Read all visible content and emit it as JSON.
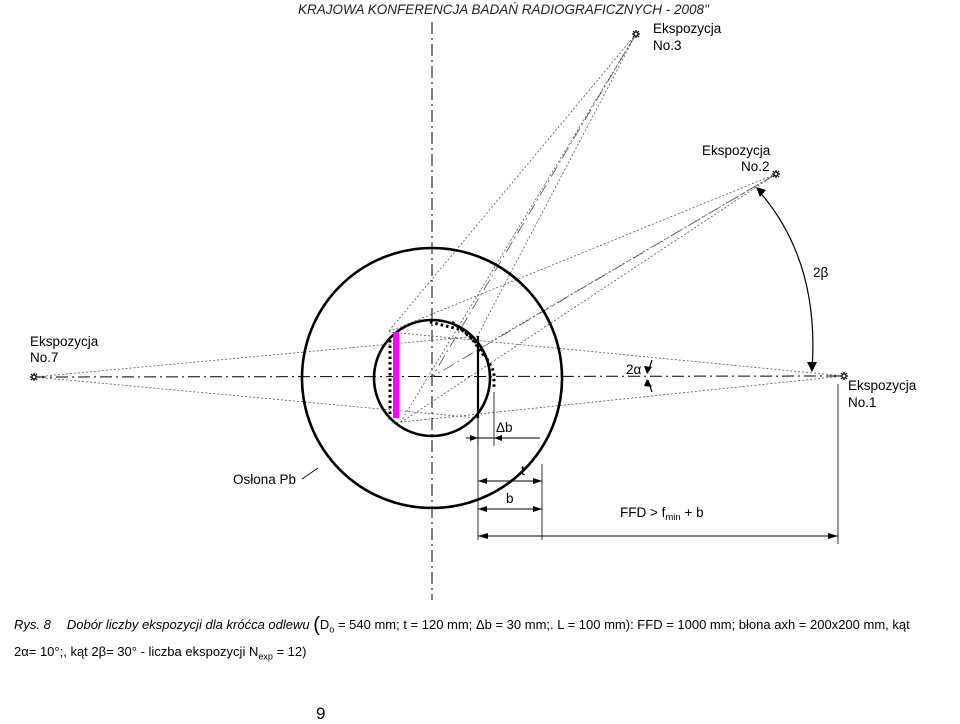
{
  "header": "KRAJOWA KONFERENCJA BADAŃ RADIOGRAFICZNYCH - 2008\"",
  "figure": {
    "exp3_a": "Ekspozycja",
    "exp3_b": "No.3",
    "exp2_a": "Ekspozycja",
    "exp2_b": "No.2",
    "exp7_a": "Ekspozycja",
    "exp7_b": "No.7",
    "exp1_a": "Ekspozycja",
    "exp1_b": "No.1",
    "two_beta": "2β",
    "two_alpha": "2α",
    "delta_b": "Δb",
    "oslona": "Osłona Pb",
    "t_label": "t",
    "b_label": "b",
    "ffd_main": "FFD > f",
    "ffd_sub": "min",
    "ffd_tail": " + b"
  },
  "colors": {
    "magenta": "#ff00ff",
    "line": "#000000",
    "thin": "#555555"
  },
  "caption": {
    "fig_label": "Rys. 8",
    "lead": "Dobór liczby ekspozycji dla króćca odlewu",
    "paren_open": "(",
    "d_main": "D",
    "d_sub": "o",
    "line1_rest": " = 540 mm; t = 120 mm; Δb = 30 mm;. L = 100 mm): FFD = 1000 mm; błona axh = 200x200 mm, kąt",
    "line2_start": "2α= 10°;, kąt 2β= 30° - liczba ekspozycji N",
    "n_sub": "exp",
    "line2_end": " = 12)"
  },
  "page_number": "9"
}
